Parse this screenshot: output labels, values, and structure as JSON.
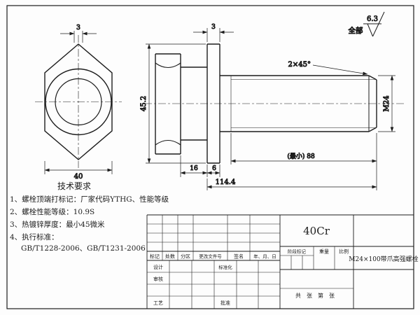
{
  "finish": {
    "value": "6.3",
    "scope": "全部"
  },
  "front_view": {
    "dim_claw": "3",
    "dim_across_flats": "40"
  },
  "side_view": {
    "dim_flange_t": "3",
    "dim_head_od": "45.2",
    "dim_head_len": "16",
    "dim_flange_len": "6",
    "dim_total": "114.4",
    "dim_thread_min": "(最小) 88",
    "dim_thread": "M24",
    "dim_chamfer": "2×45°"
  },
  "tech": {
    "title": "技术要求",
    "lines": [
      "1、螺栓顶端打标记：厂家代码YTHG、性能等级",
      "2、螺栓性能等级：10.9S",
      "3、热镀锌厚度：最小45微米",
      "4、执行标准：",
      "GB/T1228-2006、GB/T1231-2006"
    ]
  },
  "title_block": {
    "material": "40Cr",
    "part_name": "M24×100带爪高强螺栓",
    "rev_headers": [
      "标记",
      "处数",
      "分区",
      "更改文件号",
      "签名",
      "年、月、日"
    ],
    "design": "设计",
    "standardize": "标准化",
    "check": "审核",
    "craft": "工艺",
    "approve": "批准",
    "stage_mark": "阶段标记",
    "weight": "重量",
    "scale": "比例",
    "sheet_info": "共　张　第　张"
  }
}
